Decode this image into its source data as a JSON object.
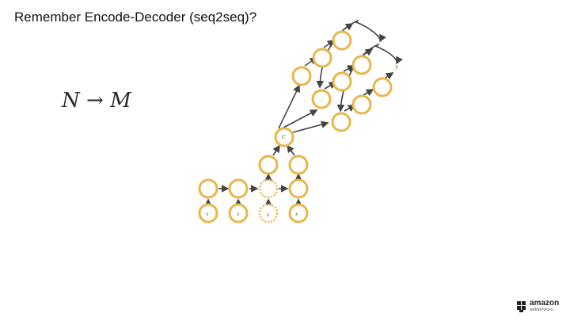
{
  "slide": {
    "title": "Remember Encode-Decoder (seq2seq)?",
    "formula": "N → M"
  },
  "diagram": {
    "input_labels": [
      "x",
      "x",
      "x",
      "x"
    ],
    "context_label": "C",
    "output_labels": [
      "y",
      "y",
      "y"
    ]
  },
  "brand": {
    "logo_word": "amazon",
    "logo_sub": "webservices",
    "logo_icon": "aws-cubes-icon"
  },
  "colors": {
    "node_stroke": "#e8b64a",
    "edge": "#444444",
    "title": "#111111"
  }
}
